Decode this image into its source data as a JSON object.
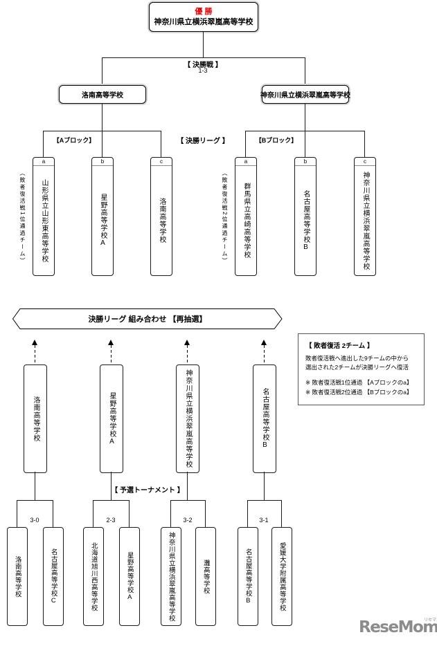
{
  "champion": {
    "label": "優 勝",
    "name": "神奈川県立横浜翠嵐高等学校"
  },
  "final": {
    "label": "【 決勝戦 】",
    "score": "1-3"
  },
  "semifinal_left": "洛南高等学校",
  "semifinal_right": "神奈川県立横浜翠嵐高等学校",
  "league_label": "【 決勝リーグ 】",
  "blocks": [
    {
      "label": "【Aブロック】",
      "note": "（敗者復活戦1位通過チーム）",
      "teams": [
        {
          "seed": "a",
          "name": "山形県立山形東高等学校"
        },
        {
          "seed": "b",
          "name": "星野高等学校A"
        },
        {
          "seed": "c",
          "name": "洛南高等学校"
        }
      ]
    },
    {
      "label": "【Bブロック】",
      "note": "（敗者復活戦2位通過チーム）",
      "teams": [
        {
          "seed": "a",
          "name": "群馬県立高崎高等学校"
        },
        {
          "seed": "b",
          "name": "名古屋高等学校B"
        },
        {
          "seed": "c",
          "name": "神奈川県立横浜翠嵐高等学校"
        }
      ]
    }
  ],
  "banner": {
    "text": "決勝リーグ 組み合わせ 【再抽選】"
  },
  "info_box": {
    "title": "【 敗者復活 2チーム 】",
    "line1": "敗者復活戦へ進出した9チームの中から",
    "line2": "選出された2チームが決勝リーグへ復活",
    "note1": "※ 敗者復活戦1位通過 【Aブロックのa】",
    "note2": "※ 敗者復活戦2位通過 【Bブロックのa】"
  },
  "league_teams": [
    "洛南高等学校",
    "星野高等学校A",
    "神奈川県立横浜翠嵐高等学校",
    "名古屋高等学校B"
  ],
  "qualifier_label": "【 予選トーナメント 】",
  "matches": [
    {
      "score": "3-0",
      "team1": "洛南高等学校",
      "team2": "名古屋高等学校C"
    },
    {
      "score": "2-3",
      "team1": "北海道旭川西高等学校",
      "team2": "星野高等学校A"
    },
    {
      "score": "3-2",
      "team1": "神奈川県立横浜翠嵐高等学校",
      "team2": "灘高等学校"
    },
    {
      "score": "3-1",
      "team1": "名古屋高等学校B",
      "team2": "愛媛大学附属高等学校"
    }
  ],
  "logo": {
    "text": "ReseMom",
    "dot": ".",
    "ruby": "リセマム",
    "color": "#8c8c8c"
  }
}
